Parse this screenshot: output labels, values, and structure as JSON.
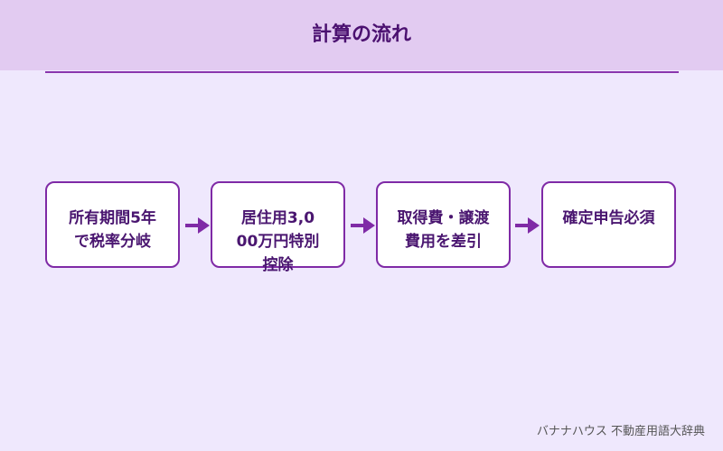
{
  "header": {
    "title": "計算の流れ"
  },
  "steps": [
    {
      "line1": "所有期間5年",
      "line2": "で税率分岐",
      "line3": ""
    },
    {
      "line1": "居住用3,0",
      "line2": "00万円特別",
      "line3": "控除"
    },
    {
      "line1": "取得費・譲渡",
      "line2": "費用を差引",
      "line3": ""
    },
    {
      "line1": "確定申告必須",
      "line2": "",
      "line3": ""
    }
  ],
  "footer": {
    "credit": "バナナハウス 不動産用語大辞典"
  },
  "colors": {
    "accent": "#7f2aa6",
    "title": "#4b1170",
    "header_bg": "#e2cbf1",
    "page_bg": "#efe8fd"
  }
}
